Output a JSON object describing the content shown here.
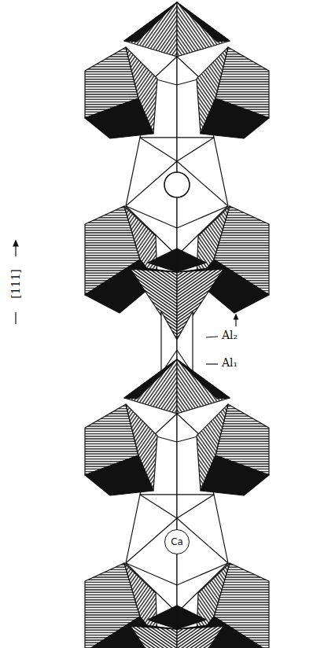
{
  "diagram": {
    "nodes": [
      {
        "text": [
          "Ca"
        ]
      }
    ],
    "labels": [
      "Al₂",
      "Al₁",
      "[111]"
    ]
  }
}
